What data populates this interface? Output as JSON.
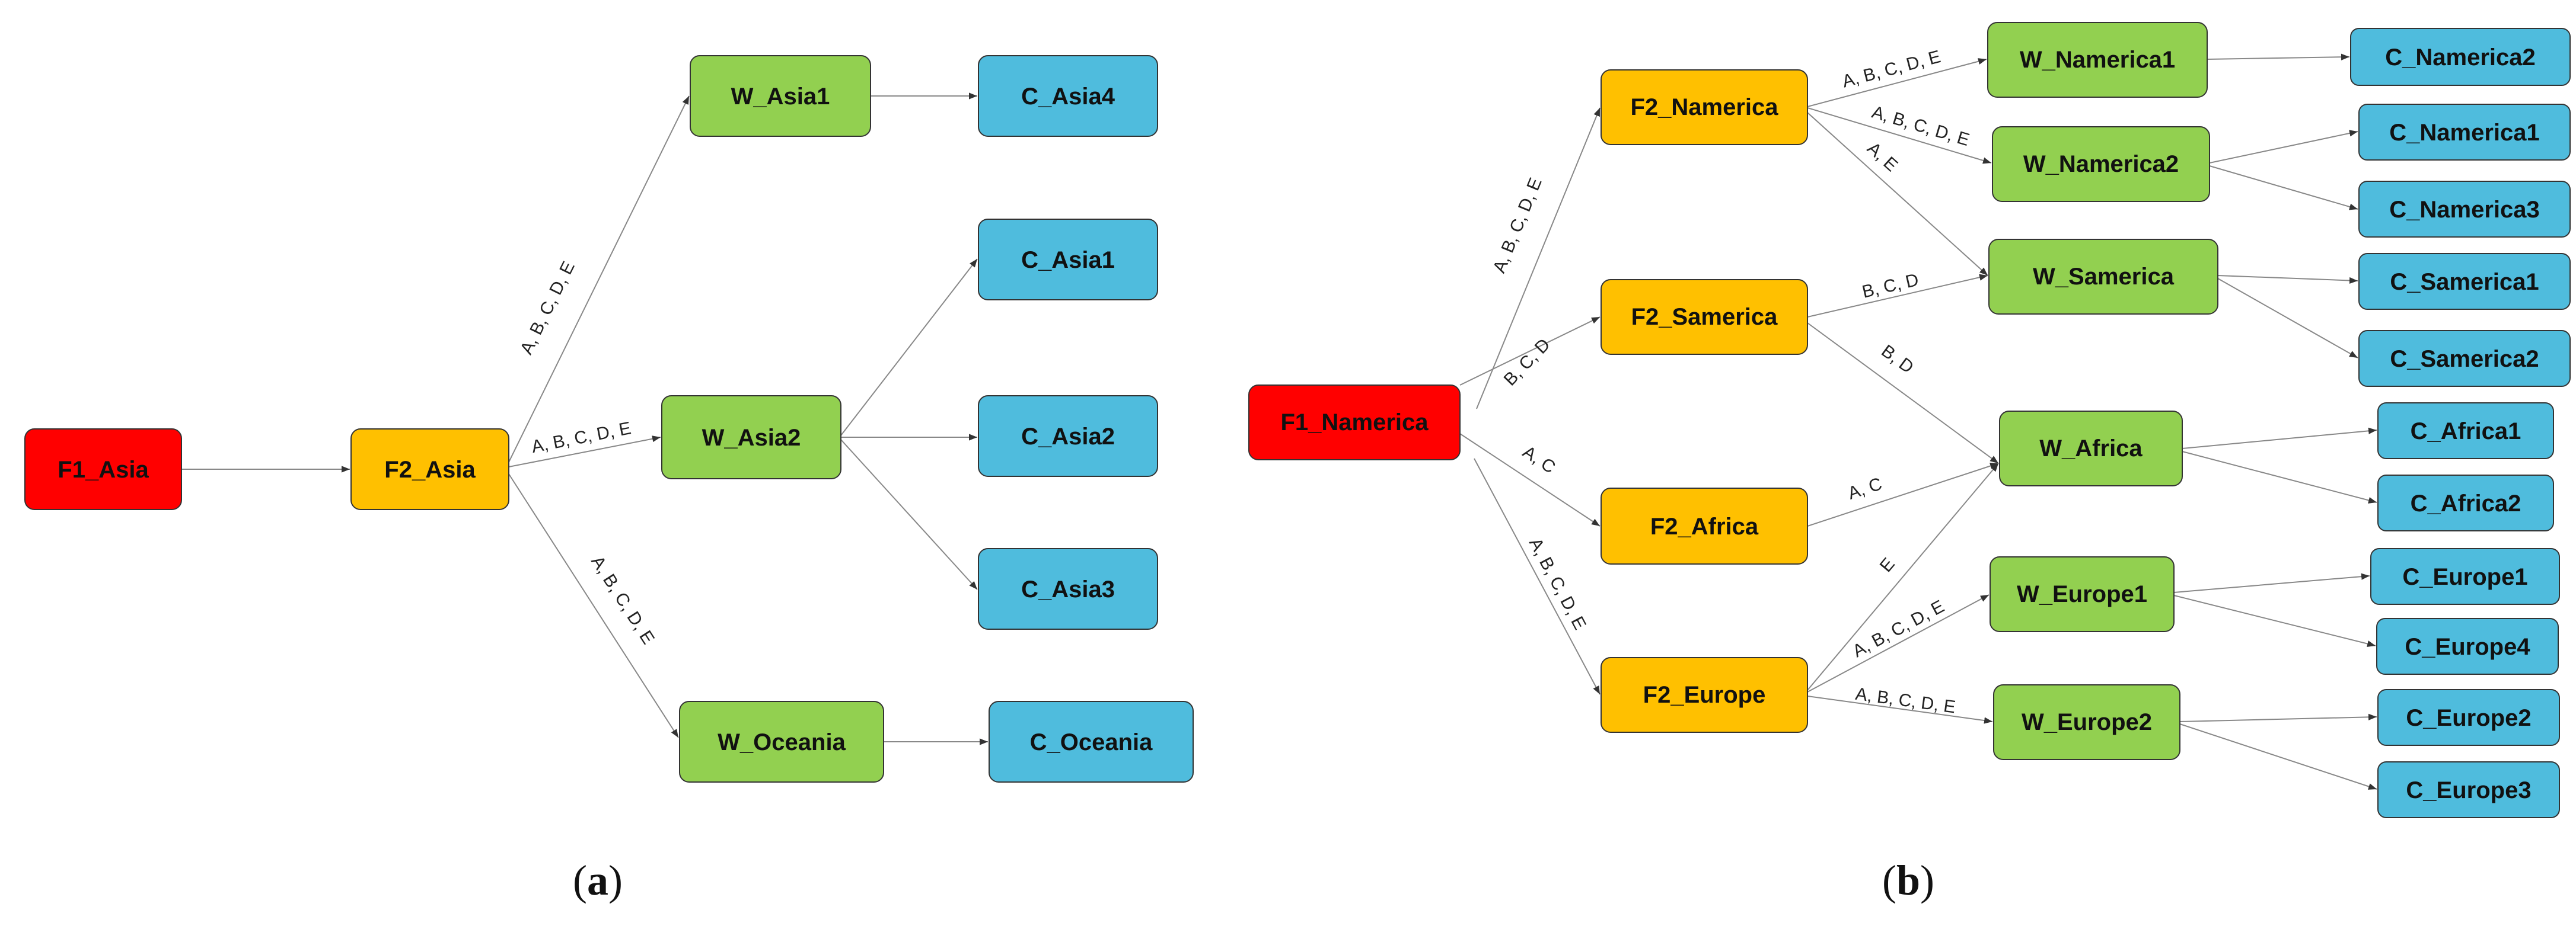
{
  "colors": {
    "factory1": "#ff0000",
    "factory2": "#ffc000",
    "warehouse": "#92d050",
    "customer": "#4fbcdd",
    "edge": "#888888",
    "border": "#333333"
  },
  "panel_a": {
    "caption_letter": "a",
    "nodes": {
      "f1_asia": "F1_Asia",
      "f2_asia": "F2_Asia",
      "w_asia1": "W_Asia1",
      "w_asia2": "W_Asia2",
      "w_oceania": "W_Oceania",
      "c_asia4": "C_Asia4",
      "c_asia1": "C_Asia1",
      "c_asia2": "C_Asia2",
      "c_asia3": "C_Asia3",
      "c_oceania": "C_Oceania"
    },
    "edge_labels": {
      "f2_w_asia1": "A, B, C, D, E",
      "f2_w_asia2": "A, B, C, D, E",
      "f2_w_oceania": "A, B, C, D, E"
    }
  },
  "panel_b": {
    "caption_letter": "b",
    "nodes": {
      "f1_namerica": "F1_Namerica",
      "f2_namerica": "F2_Namerica",
      "f2_samerica": "F2_Samerica",
      "f2_africa": "F2_Africa",
      "f2_europe": "F2_Europe",
      "w_namerica1": "W_Namerica1",
      "w_namerica2": "W_Namerica2",
      "w_samerica": "W_Samerica",
      "w_africa": "W_Africa",
      "w_europe1": "W_Europe1",
      "w_europe2": "W_Europe2",
      "c_namerica2": "C_Namerica2",
      "c_namerica1": "C_Namerica1",
      "c_namerica3": "C_Namerica3",
      "c_samerica1": "C_Samerica1",
      "c_samerica2": "C_Samerica2",
      "c_africa1": "C_Africa1",
      "c_africa2": "C_Africa2",
      "c_europe1": "C_Europe1",
      "c_europe4": "C_Europe4",
      "c_europe2": "C_Europe2",
      "c_europe3": "C_Europe3"
    },
    "edge_labels": {
      "f1_f2_namerica": "A, B, C, D, E",
      "f1_f2_samerica": "B, C, D",
      "f1_f2_africa": "A, C",
      "f1_f2_europe": "A, B, C, D, E",
      "f2na_w_namerica1": "A, B, C, D, E",
      "f2na_w_namerica2": "A, B, C, D, E",
      "f2na_w_samerica": "A, E",
      "f2sa_w_samerica": "B, C, D",
      "f2sa_w_africa": "B, D",
      "f2af_w_africa": "A, C",
      "f2eu_w_africa": "E",
      "f2eu_w_europe1": "A, B, C, D, E",
      "f2eu_w_europe2": "A, B, C, D, E"
    }
  }
}
